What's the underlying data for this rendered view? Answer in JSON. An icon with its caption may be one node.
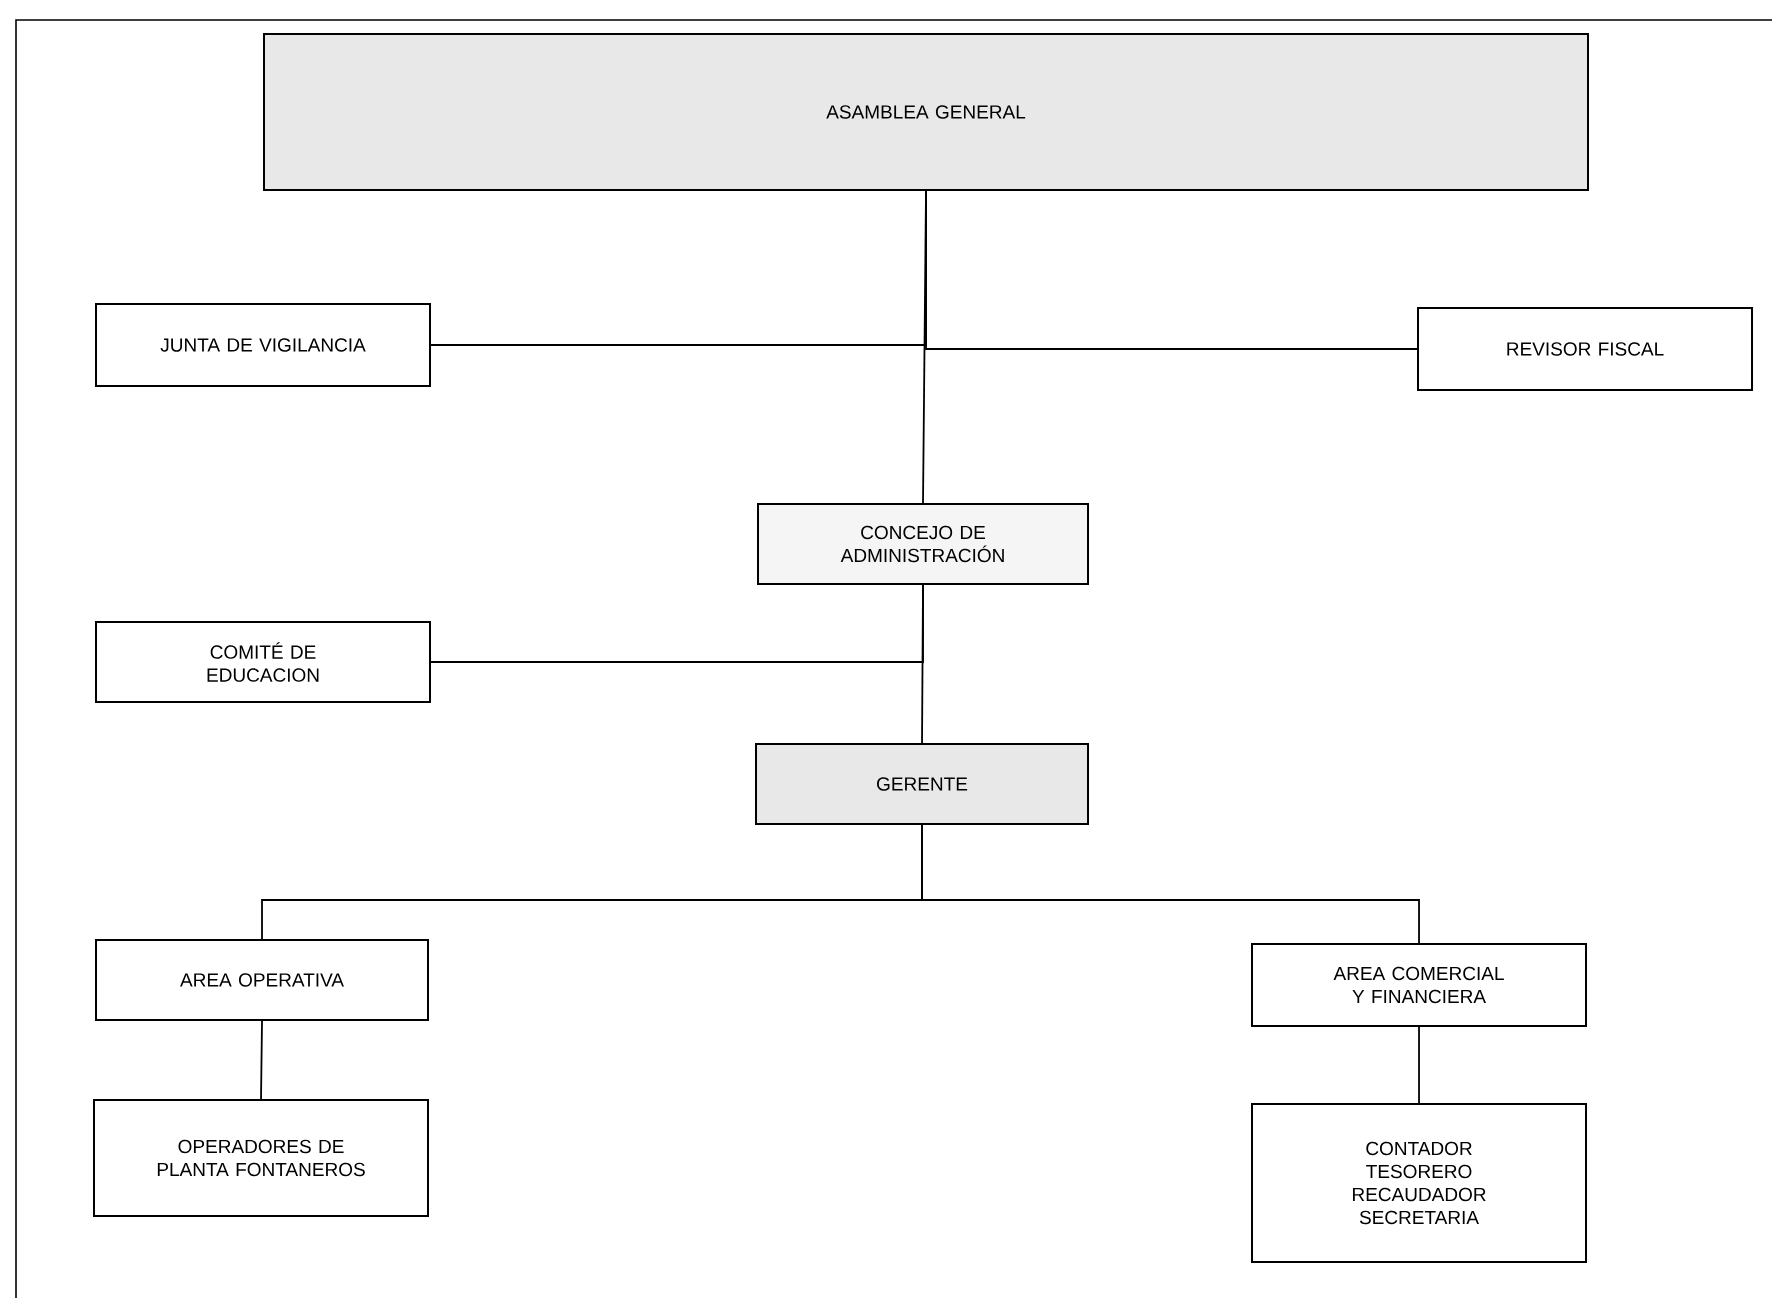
{
  "diagram": {
    "nodes": [
      {
        "text": [
          "ASAMBLEA GENERAL"
        ]
      },
      {
        "text": [
          "JUNTA DE VIGILANCIA"
        ]
      },
      {
        "text": [
          "REVISOR FISCAL"
        ]
      },
      {
        "text": [
          "CONCEJO DE ADMINISTRACIÓN"
        ]
      },
      {
        "text": [
          "COMITÉ DE EDUCACION"
        ]
      },
      {
        "text": [
          "GERENTE"
        ]
      },
      {
        "text": [
          "AREA OPERATIVA"
        ]
      },
      {
        "text": [
          "AREA COMERCIAL Y FINANCIERA"
        ]
      },
      {
        "text": [
          "OPERADORES DE PLANTA FONTANEROS"
        ]
      },
      {
        "text": [
          "CONTADOR",
          "TESORERO",
          "RECAUDADOR",
          "SECRETARIA"
        ]
      }
    ],
    "edges": [
      {
        "from": 0,
        "to": 3,
        "arrow": "none"
      },
      {
        "from": 0,
        "to": 1,
        "arrow": "none"
      },
      {
        "from": 0,
        "to": 2,
        "arrow": "none"
      },
      {
        "from": 3,
        "to": 4,
        "arrow": "none"
      },
      {
        "from": 3,
        "to": 5,
        "arrow": "none"
      },
      {
        "from": 5,
        "to": 6,
        "arrow": "none"
      },
      {
        "from": 5,
        "to": 7,
        "arrow": "none"
      },
      {
        "from": 6,
        "to": 8,
        "arrow": "none"
      },
      {
        "from": 7,
        "to": 9,
        "arrow": "none"
      }
    ]
  }
}
